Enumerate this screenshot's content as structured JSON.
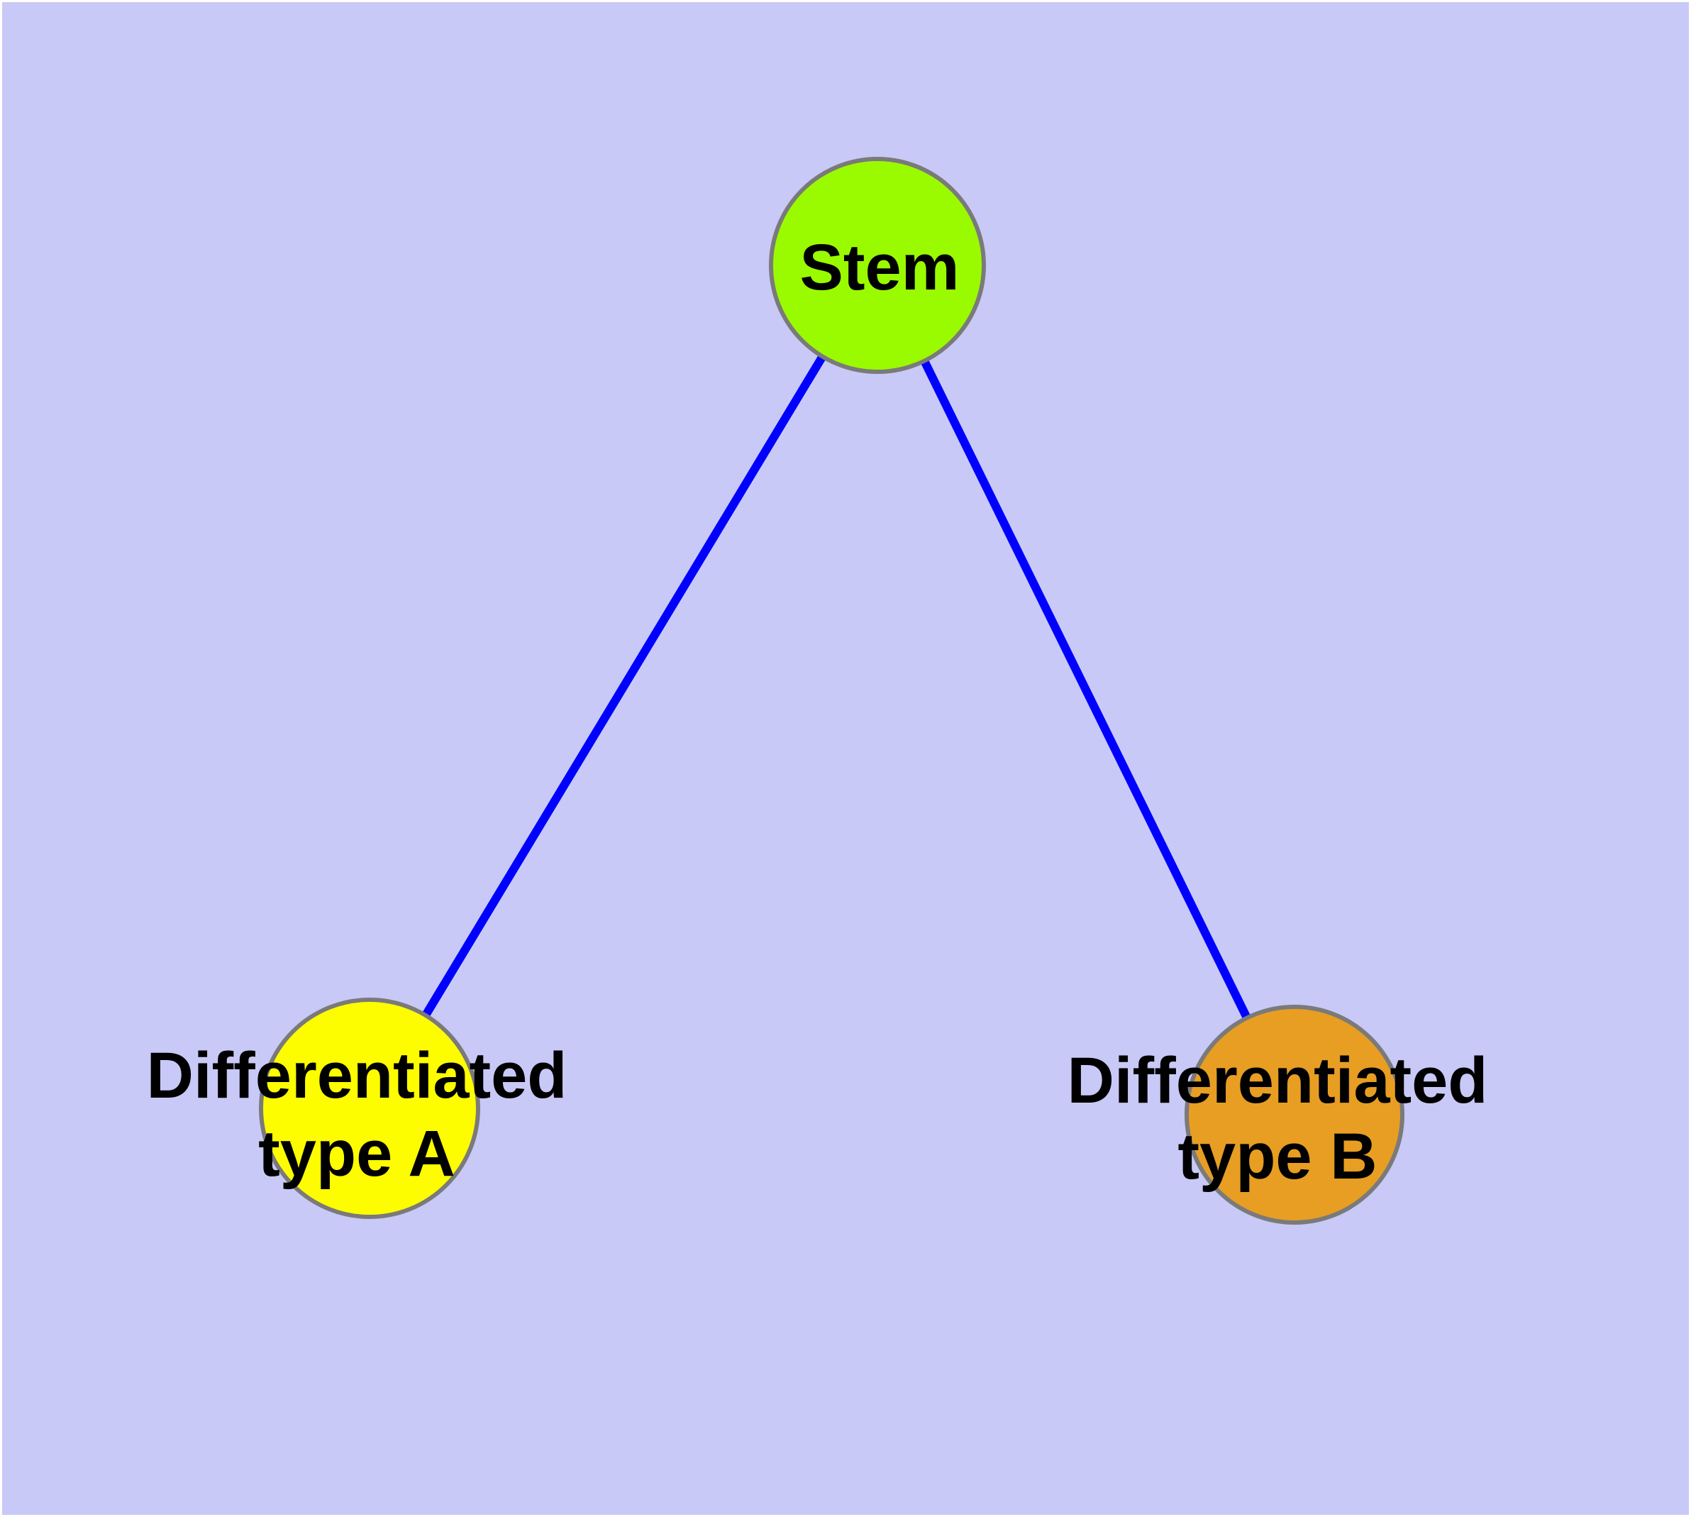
{
  "canvas": {
    "background": "#c9c9f7",
    "margin_color": "#ffffff"
  },
  "diagram": {
    "kind": "node-link-graph",
    "edge_color": "#0000ff",
    "node_border_color": "#7a7a7a",
    "label_color": "#000000",
    "nodes": [
      {
        "id": "stem",
        "label": "Stem",
        "fill": "#9afb00",
        "border": "#7a7a7a"
      },
      {
        "id": "type-a",
        "label_line1": "Differentiated",
        "label_line2": "type A",
        "fill": "#fdfd00",
        "border": "#7a7a7a"
      },
      {
        "id": "type-b",
        "label_line1": "Differentiated",
        "label_line2": "type B",
        "fill": "#e79e23",
        "border": "#7a7a7a"
      }
    ],
    "edges": [
      {
        "from": "stem",
        "to": "type-a",
        "color": "#0000ff"
      },
      {
        "from": "stem",
        "to": "type-b",
        "color": "#0000ff"
      }
    ]
  }
}
